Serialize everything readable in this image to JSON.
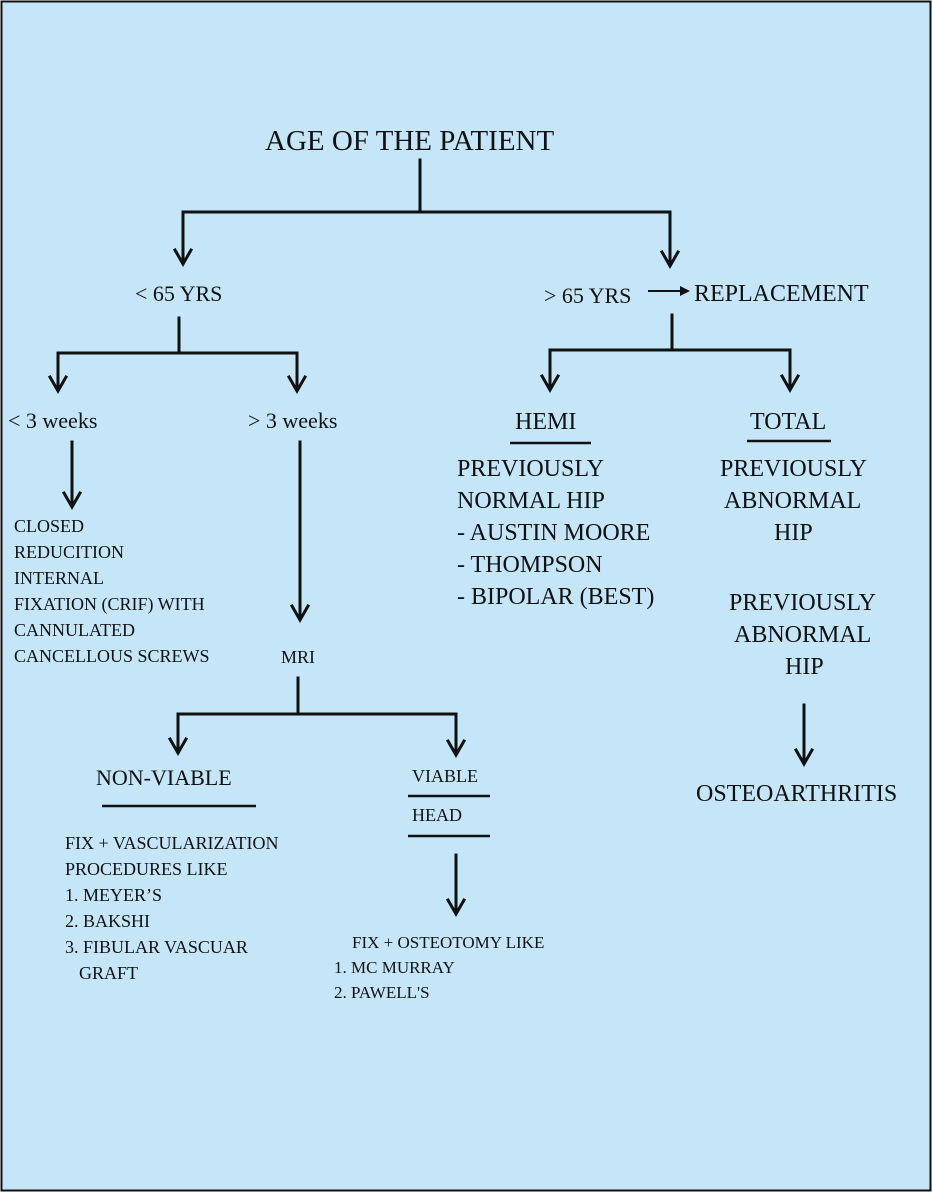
{
  "colors": {
    "background": "#c5e6f9",
    "ink": "#111111"
  },
  "root": "AGE OF THE PATIENT",
  "branches": {
    "under_65": {
      "label": "< 65 YRS",
      "under_3_weeks": {
        "label": "< 3 weeks",
        "treatment": [
          "CLOSED",
          "REDUCITION",
          "INTERNAL",
          "FIXATION (CRIF) WITH",
          "CANNULATED",
          "CANCELLOUS SCREWS"
        ]
      },
      "over_3_weeks": {
        "label": "> 3 weeks",
        "investigation": "MRI",
        "non_viable": {
          "label": "NON-VIABLE",
          "treatment": [
            "FIX + VASCULARIZATION",
            "PROCEDURES LIKE",
            "1. MEYER’S",
            "2. BAKSHI",
            "3. FIBULAR VASCUAR",
            "GRAFT"
          ]
        },
        "viable": {
          "label": "VIABLE",
          "label2": "HEAD",
          "treatment": [
            "FIX + OSTEOTOMY  LIKE",
            "1. MC MURRAY",
            "2. PAWELL'S"
          ]
        }
      }
    },
    "over_65": {
      "label": "> 65 YRS",
      "result": "REPLACEMENT",
      "hemi": {
        "label": "HEMI",
        "items": [
          "PREVIOUSLY",
          "NORMAL HIP",
          "- AUSTIN MOORE",
          "- THOMPSON",
          "- BIPOLAR (BEST)"
        ]
      },
      "total": {
        "label": "TOTAL",
        "items": [
          "PREVIOUSLY",
          "ABNORMAL",
          "HIP"
        ],
        "items2": [
          "PREVIOUSLY",
          "ABNORMAL",
          "HIP"
        ],
        "result": "OSTEOARTHRITIS"
      }
    }
  }
}
